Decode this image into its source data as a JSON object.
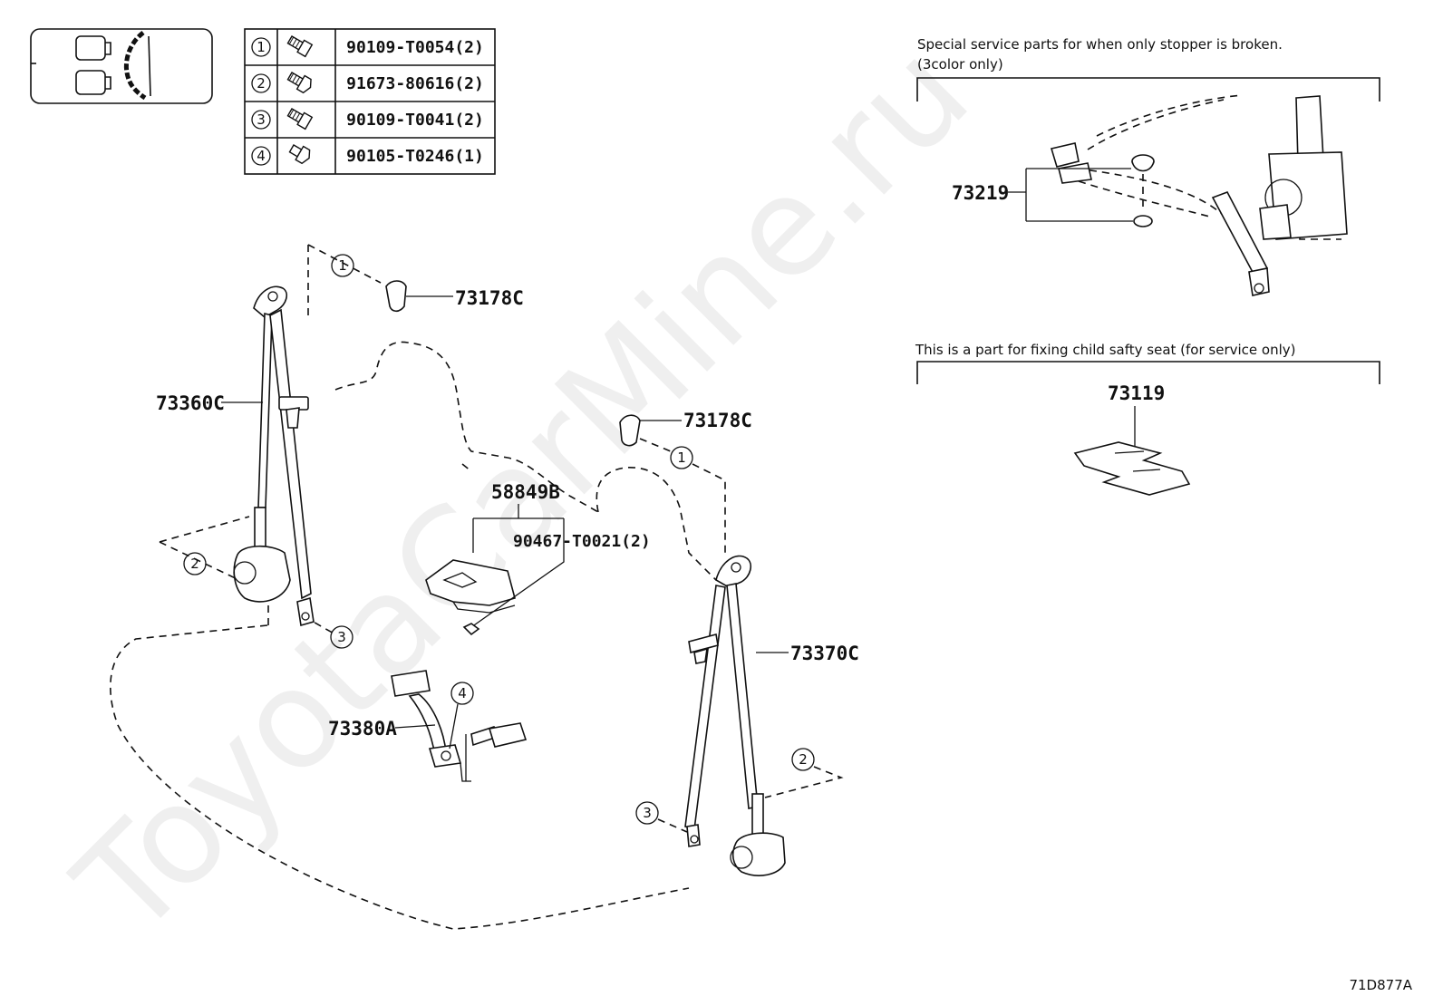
{
  "bolt_table": [
    {
      "ref": "1",
      "part": "90109-T0054(2)"
    },
    {
      "ref": "2",
      "part": "91673-80616(2)"
    },
    {
      "ref": "3",
      "part": "90109-T0041(2)"
    },
    {
      "ref": "4",
      "part": "90105-T0246(1)"
    }
  ],
  "notes": {
    "stopper_line1": "Special service parts for when only stopper is broken.",
    "stopper_line2": "(3color only)",
    "child_seat": "This is a part for fixing child safty seat (for service only)"
  },
  "parts": {
    "anchor_cover_left": "73178C",
    "belt_left": "73360C",
    "anchor_cover_right": "73178C",
    "cover_58849b": "58849B",
    "clip": "90467-T0021(2)",
    "belt_right": "73370C",
    "buckle": "73380A",
    "stopper": "73219",
    "child_seat_part": "73119"
  },
  "callouts": {
    "c1a": "1",
    "c2a": "2",
    "c3a": "3",
    "c1b": "1",
    "c2b": "2",
    "c3b": "3",
    "c4": "4"
  },
  "watermark": "ToyotaCarMine.ru",
  "diagram_code": "71D877A",
  "icons": {
    "vehicle_locator": "car-seat-locator-icon",
    "bolt": "bolt-icon"
  }
}
